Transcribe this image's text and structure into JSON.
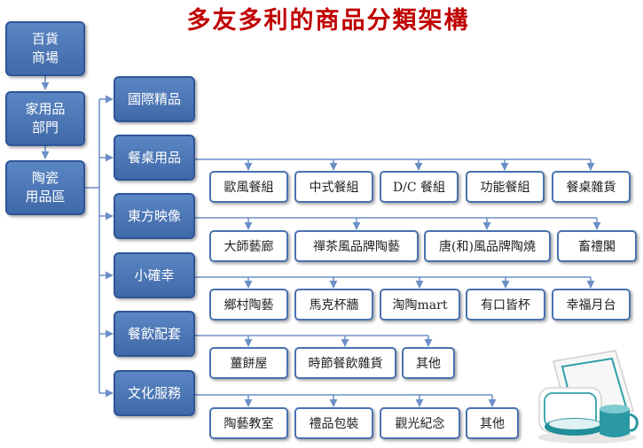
{
  "title": "多友多利的商品分類架構",
  "colors": {
    "title": "#c00000",
    "box_fill": "#4a76b8",
    "box_border": "#2f5597",
    "connector": "#6b8fc7"
  },
  "chain": [
    {
      "line1": "百貨",
      "line2": "商場"
    },
    {
      "line1": "家用品",
      "line2": "部門"
    },
    {
      "line1": "陶瓷",
      "line2": "用品區"
    }
  ],
  "categories": [
    {
      "label": "國際精品",
      "items": []
    },
    {
      "label": "餐桌用品",
      "items": [
        "歐風餐組",
        "中式餐組",
        "D/C 餐組",
        "功能餐組",
        "餐桌雜貨"
      ]
    },
    {
      "label": "東方映像",
      "items": [
        "大師藝廊",
        "禪茶風品牌陶藝",
        "唐(和)風品牌陶燒",
        "畜禮閣"
      ]
    },
    {
      "label": "小確幸",
      "items": [
        "鄉村陶藝",
        "馬克杯牆",
        "淘陶mart",
        "有口皆杯",
        "幸福月台"
      ]
    },
    {
      "label": "餐飲配套",
      "items": [
        "薑餅屋",
        "時節餐飲雜貨",
        "其他"
      ]
    },
    {
      "label": "文化服務",
      "items": [
        "陶藝教室",
        "禮品包裝",
        "觀光紀念",
        "其他"
      ]
    }
  ],
  "decor": {
    "image": "dinnerware-photo"
  }
}
